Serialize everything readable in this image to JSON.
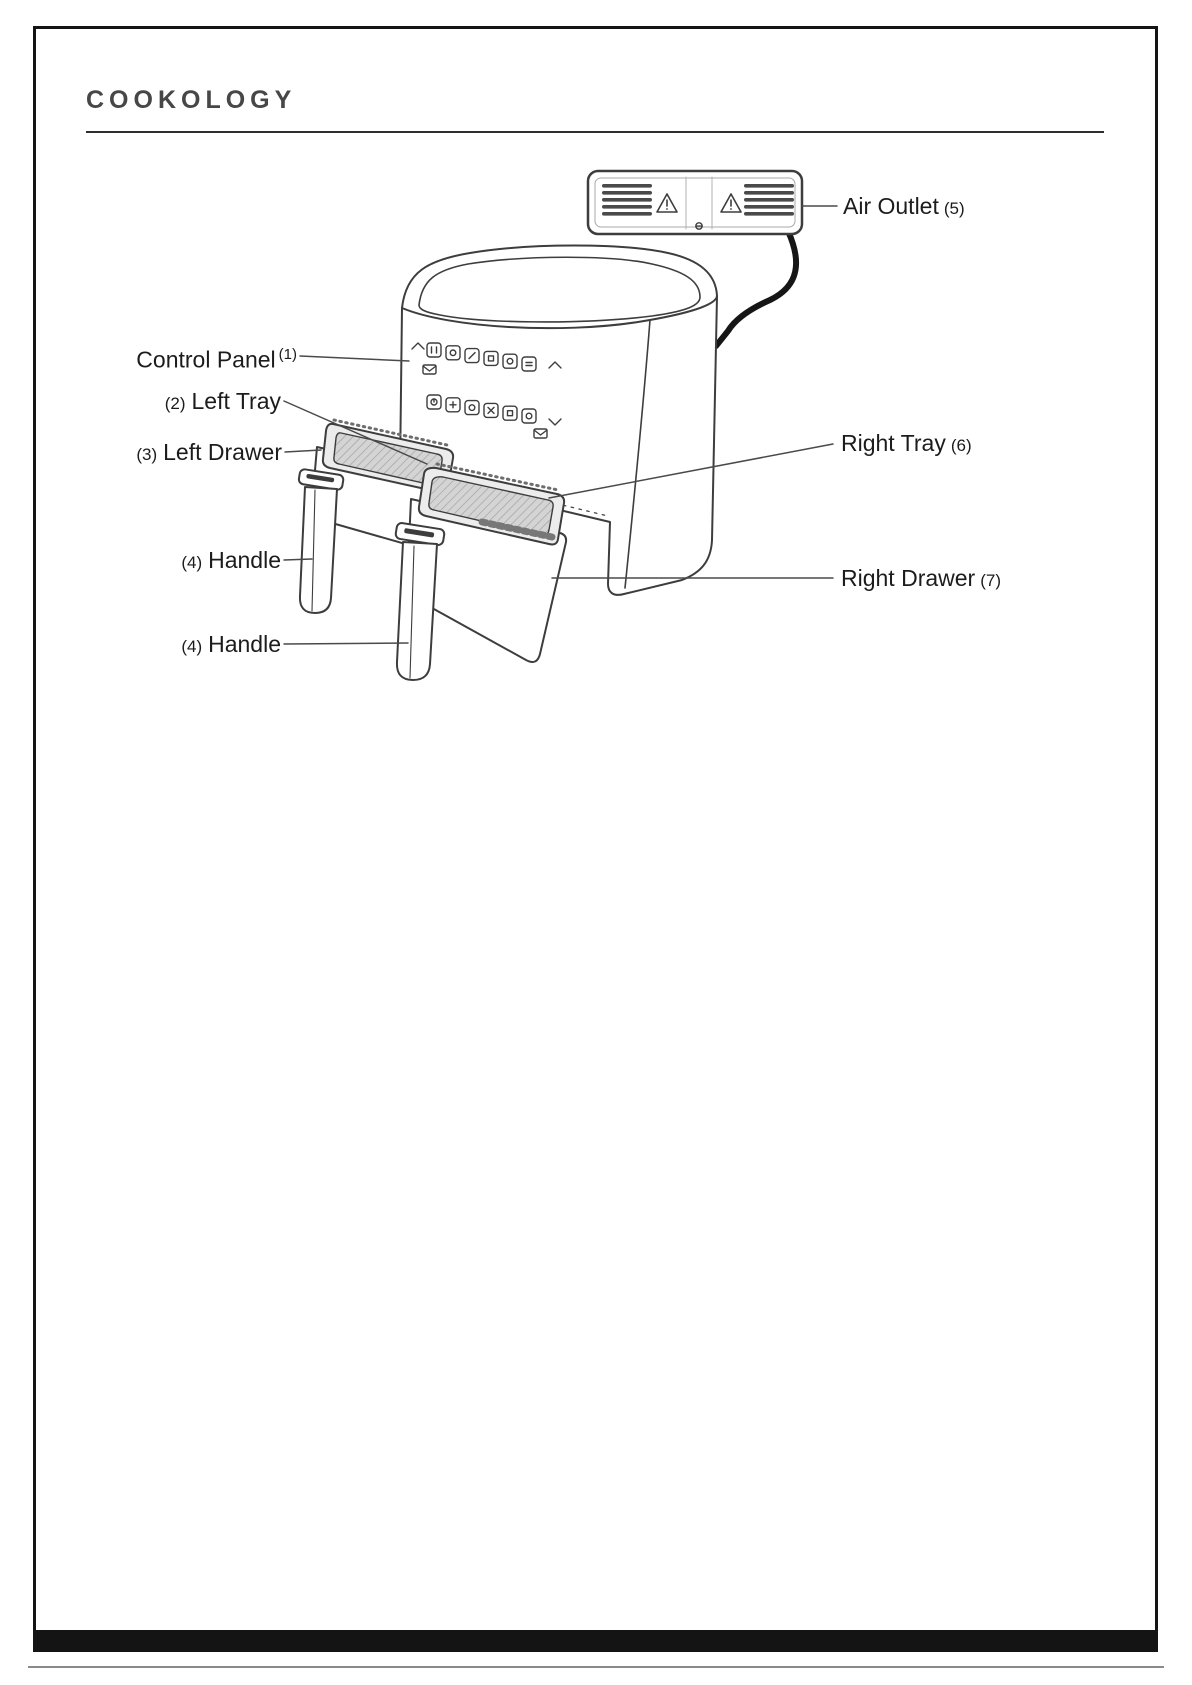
{
  "brand": {
    "logo": "COOKOLOGY"
  },
  "diagram": {
    "labels": {
      "control_panel": {
        "text": "Control Panel",
        "num": "(1)"
      },
      "left_tray": {
        "text": "Left Tray",
        "num": "(2)"
      },
      "left_drawer": {
        "text": "Left Drawer",
        "num": "(3)"
      },
      "handle_top": {
        "text": "Handle",
        "num": "(4)"
      },
      "handle_bottom": {
        "text": "Handle",
        "num": "(4)"
      },
      "air_outlet": {
        "text": "Air Outlet",
        "num": "(5)"
      },
      "right_tray": {
        "text": "Right Tray",
        "num": "(6)"
      },
      "right_drawer": {
        "text": "Right Drawer",
        "num": "(7)"
      }
    },
    "illustration": "dual-drawer air fryer line drawing with detached air outlet unit and power cable"
  },
  "colors": {
    "line_art": "#3d3d3d",
    "text": "#1c1c1c",
    "frame": "#141414"
  }
}
